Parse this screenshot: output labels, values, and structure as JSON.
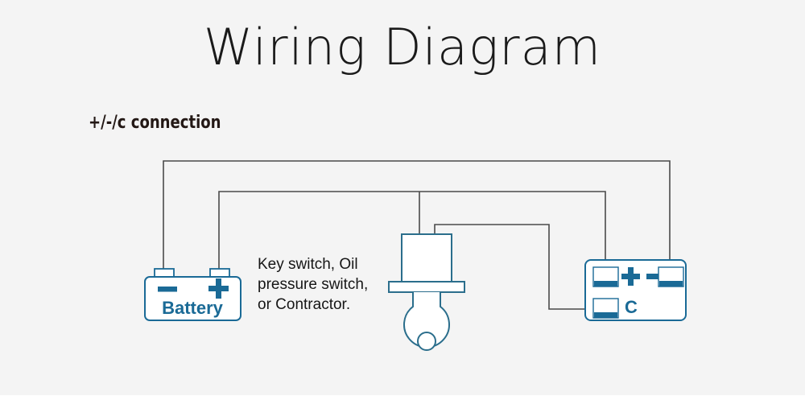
{
  "page": {
    "title": "Wiring Diagram",
    "subtitle": "+/-/c connection",
    "background_color": "#f4f4f4",
    "accent_blue": "#1a6a96",
    "wire_color": "#4a4a4a",
    "title_color": "#1a1a1a"
  },
  "components": {
    "battery": {
      "label": "Battery",
      "negative_symbol": "–",
      "positive_symbol": "+",
      "terminal_left_name": "negative-terminal",
      "terminal_right_name": "positive-terminal"
    },
    "switch": {
      "note_line_1": "Key  switch,  Oil",
      "note_line_2": "pressure switch,",
      "note_line_3": "or Contractor.",
      "icon_name": "key-switch-icon"
    },
    "connector": {
      "terminals": [
        {
          "id": "plus",
          "symbol": "+",
          "label": "",
          "name": "connector-terminal-plus"
        },
        {
          "id": "minus",
          "symbol": "–",
          "label": "",
          "name": "connector-terminal-minus"
        },
        {
          "id": "c",
          "symbol": "",
          "label": "C",
          "name": "connector-terminal-c"
        }
      ]
    }
  },
  "wires": [
    {
      "name": "wire-battery-neg-to-connector-minus",
      "from": "battery-negative",
      "to": "connector-minus"
    },
    {
      "name": "wire-battery-pos-to-switch-and-connector-plus",
      "from": "battery-positive",
      "to": "connector-plus"
    },
    {
      "name": "wire-switch-to-connector-c",
      "from": "switch-top",
      "to": "connector-c"
    }
  ]
}
